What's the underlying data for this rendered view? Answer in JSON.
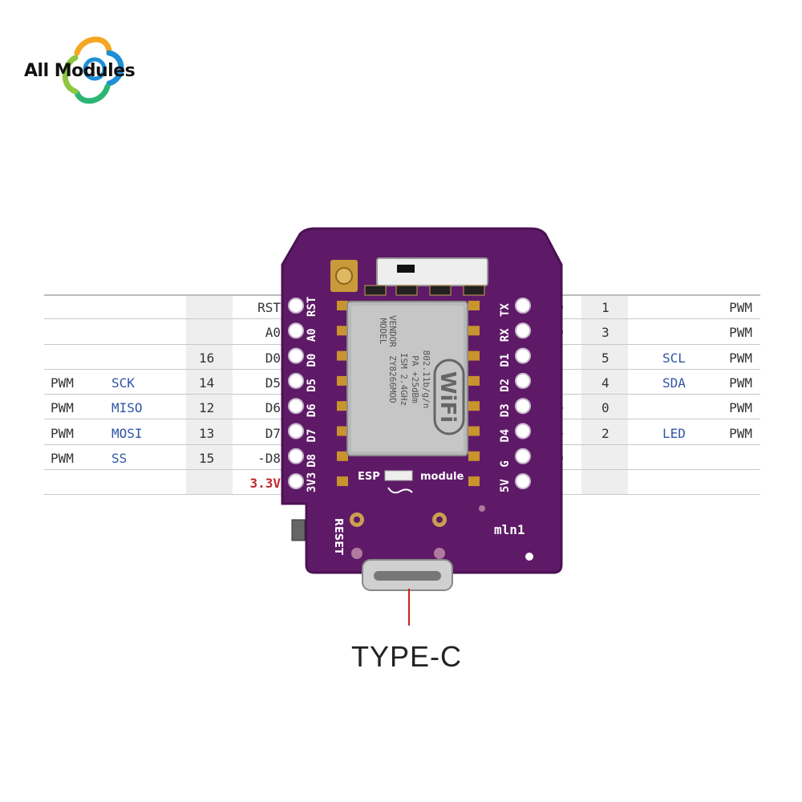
{
  "logo": {
    "text": "All Modules"
  },
  "left_table": [
    {
      "func": "",
      "bus": "",
      "gpio": "",
      "pin": "RST"
    },
    {
      "func": "",
      "bus": "",
      "gpio": "",
      "pin": "A0"
    },
    {
      "func": "",
      "bus": "",
      "gpio": "16",
      "pin": "D0"
    },
    {
      "func": "PWM",
      "bus": "SCK",
      "gpio": "14",
      "pin": "D5"
    },
    {
      "func": "PWM",
      "bus": "MISO",
      "gpio": "12",
      "pin": "D6"
    },
    {
      "func": "PWM",
      "bus": "MOSI",
      "gpio": "13",
      "pin": "D7"
    },
    {
      "func": "PWM",
      "bus": "SS",
      "gpio": "15",
      "pin": "-D8"
    },
    {
      "func": "",
      "bus": "",
      "gpio": "",
      "pin": "3.3V"
    }
  ],
  "right_table": [
    {
      "pin": "TXD",
      "gpio": "1",
      "bus": "",
      "func": "PWM"
    },
    {
      "pin": "RXD",
      "gpio": "3",
      "bus": "",
      "func": "PWM"
    },
    {
      "pin": "D1",
      "gpio": "5",
      "bus": "SCL",
      "func": "PWM"
    },
    {
      "pin": "D2",
      "gpio": "4",
      "bus": "SDA",
      "func": "PWM"
    },
    {
      "pin": "D3+",
      "gpio": "0",
      "bus": "",
      "func": "PWM"
    },
    {
      "pin": "D4+",
      "gpio": "2",
      "bus": "LED",
      "func": "PWM"
    },
    {
      "pin": "GND",
      "gpio": "",
      "bus": "",
      "func": ""
    },
    {
      "pin": "5V",
      "gpio": "",
      "bus": "",
      "func": ""
    }
  ],
  "board": {
    "left_silk": [
      "RST",
      "A0",
      "D0",
      "D5",
      "D6",
      "D7",
      "D8",
      "3V3"
    ],
    "right_silk": [
      "TX",
      "RX",
      "D1",
      "D2",
      "D3",
      "D4",
      "G",
      "5V"
    ],
    "module_text": [
      "MODEL",
      "VENDOR",
      "ZY8266MOD",
      "ISM 2.4GHz",
      "PA +25dBm",
      "802.11b/g/n"
    ],
    "wifi_logo": "WiFi",
    "esp_label": "ESP",
    "module_label": "module",
    "reset_label": "RESET",
    "brand_label": "mln1"
  },
  "connector_label": "TYPE-C",
  "colors": {
    "pcb": "#5e1a67",
    "pcb_edge": "#4a1252",
    "bus_text": "#2f56a8",
    "power_text": "#c0282e",
    "table_text": "#333333"
  }
}
